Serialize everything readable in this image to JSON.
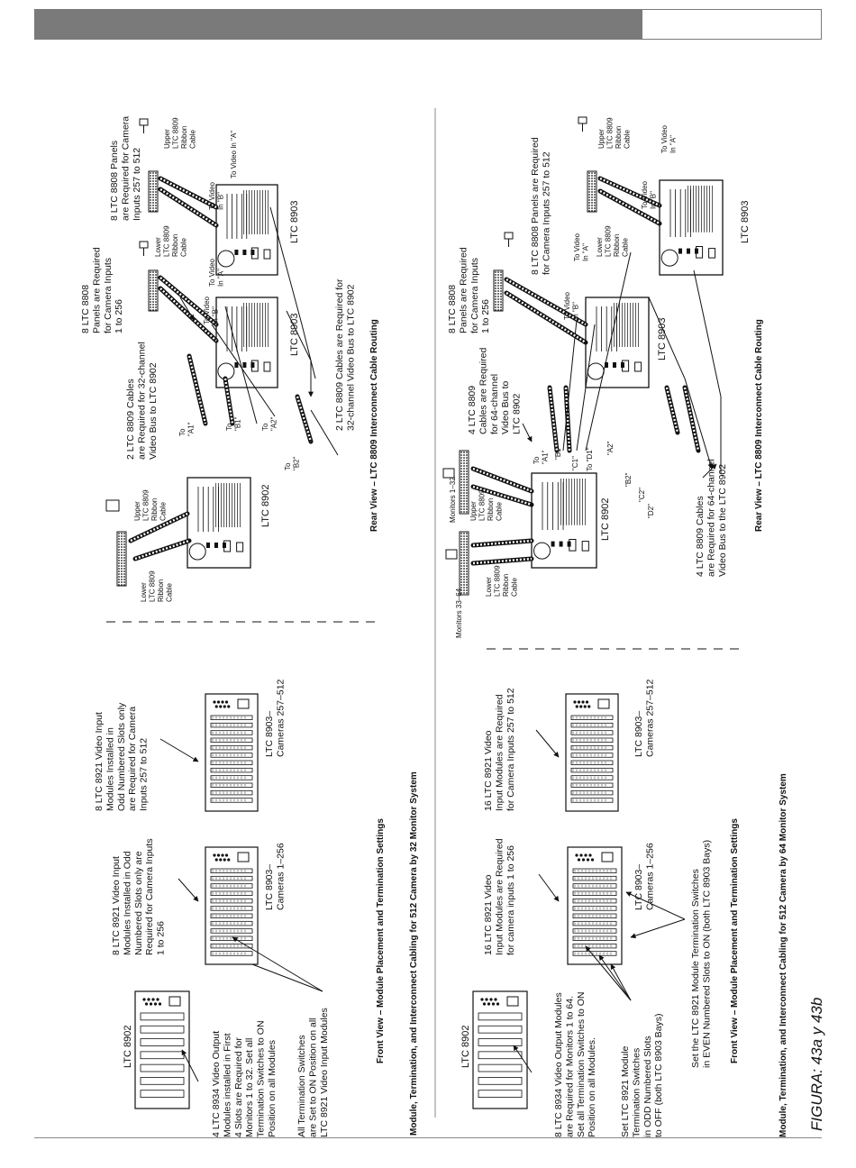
{
  "figure_caption": "FIGURA: 43a y 43b",
  "top": {
    "title": "Module, Termination, and Interconnect Cabling for 512 Camera by 32 Monitor System",
    "front_title": "Front View – Module Placement and Termination Settings",
    "rear_title": "Rear View – LTC 8809 Interconnect Cable Routing",
    "front": {
      "ltc8902_label": "LTC 8902",
      "ltc8934_note": [
        "4 LTC 8934 Video Output",
        "Modules installed in First",
        "4 Slots are Required for",
        "Monitors 1 to 32. Set all",
        "Termination Switches to ON",
        "Position on all Modules"
      ],
      "termination_note": [
        "All Termination Switches",
        "are Set to ON Position on all",
        "LTC 8921 Video Input Modules"
      ],
      "note_1_256": [
        "8 LTC 8921 Video Input",
        "Modules Installed in Odd",
        "Numbered Slots only are",
        "Required for Camera Inputs",
        "1 to 256"
      ],
      "note_257_512": [
        "8 LTC 8921 Video Input",
        "Modules Installed in",
        "Odd Numbered Slots only",
        "are Required for Camera",
        "Inputs 257 to 512"
      ],
      "bay1_label": [
        "LTC 8903–",
        "Cameras 1–256"
      ],
      "bay2_label": [
        "LTC 8903–",
        "Cameras 257–512"
      ]
    },
    "rear": {
      "lower_cable": [
        "Lower",
        "LTC 8809",
        "Ribbon",
        "Cable"
      ],
      "upper_cable": [
        "Upper",
        "LTC 8809",
        "Ribbon",
        "Cable"
      ],
      "ltc8902_label": "LTC 8902",
      "ltc8903_label": "LTC 8903",
      "to_a1": [
        "To",
        "\"A1\""
      ],
      "to_b1": [
        "To",
        "\"B1\""
      ],
      "to_a2": [
        "To",
        "\"A2\""
      ],
      "to_b2": [
        "To",
        "\"B2\""
      ],
      "to_video_in_a": [
        "To Video",
        "In \"A\""
      ],
      "to_video_in_b": [
        "To Video",
        "In \"B\""
      ],
      "to_video_in_a_long": "To Video  In \"A\"",
      "cables_note_1": [
        "2 LTC 8809 Cables",
        "are Required for 32-channel",
        "Video Bus to LTC 8902"
      ],
      "cables_note_2": [
        "2 LTC 8809 Cables are Required for",
        "32-channel Video Bus to LTC 8902"
      ],
      "panels_note_1": [
        "8 LTC 8808",
        "Panels are Required",
        "for Camera Inputs",
        "1 to 256"
      ],
      "panels_note_2": [
        "8 LTC 8808 Panels",
        "are Required for Camera",
        "Inputs 257 to 512"
      ],
      "lower_cable_panels": [
        "Lower",
        "LTC 8809",
        "Ribbon",
        "Cable"
      ],
      "upper_cable_panels": [
        "Upper",
        "LTC 8809",
        "Ribbon",
        "Cable"
      ]
    }
  },
  "bottom": {
    "title": "Module, Termination, and Interconnect Cabling for 512 Camera by 64 Monitor System",
    "front_title": "Front View – Module Placement and Termination Settings",
    "rear_title": "Rear View – LTC 8809 Interconnect Cable Routing",
    "front": {
      "ltc8902_label": "LTC 8902",
      "ltc8934_note": [
        "8 LTC 8934 Video Output Modules",
        "are Required for Monitors 1 to 64.",
        "Set all Termination Switches to ON",
        "Position on all Modules."
      ],
      "odd_note": [
        "Set LTC 8921 Module",
        "Termination Switches",
        "in ODD Numbered Slots",
        "to OFF (both LTC 8903 Bays)"
      ],
      "even_note": [
        "Set the LTC 8921 Module Termination Switches",
        "in EVEN Numbered Slots to ON (both LTC 8903 Bays)"
      ],
      "note_1_256": [
        "16 LTC 8921 Video",
        "Input Modules are Required",
        "for camera inputs 1 to 256"
      ],
      "note_257_512": [
        "16 LTC 8921 Video",
        "Input Modules are Required",
        "for Camera Inputs 257 to 512"
      ],
      "bay1_label": [
        "LTC 8903–",
        "Cameras 1–256"
      ],
      "bay2_label": [
        "LTC 8903–",
        "Cameras 257–512"
      ]
    },
    "rear": {
      "monitors_33_64": "Monitors 33–64",
      "monitors_1_32": "Monitors 1–32",
      "lower_cable": [
        "Lower",
        "LTC 8809",
        "Ribbon",
        "Cable"
      ],
      "upper_cable": [
        "Upper",
        "LTC 8809",
        "Ribbon",
        "Cable"
      ],
      "ltc8902_label": "LTC 8902",
      "ltc8903_label": "LTC 8903",
      "to_a1": [
        "To",
        "\"A1\""
      ],
      "b1": "\"B1\"",
      "c1": "\"C1\"",
      "to_d1": "To \"D1\"",
      "a2": "\"A2\"",
      "b2": "\"B2\"",
      "c2": "\"C2\"",
      "d2": "\"D2\"",
      "to_video_in_a": [
        "To Video",
        "In \"A\""
      ],
      "to_video_in_b": [
        "To Video",
        "In \"B\""
      ],
      "cables_note_1": [
        "4 LTC 8809",
        "Cables are Required",
        "for 64-channel",
        "Video Bus to",
        "LTC 8902"
      ],
      "cables_note_2": [
        "4 LTC 8809 Cables",
        "are Required for 64-channel",
        "Video Bus to the LTC 8902"
      ],
      "panels_note_1": [
        "8 LTC 8808",
        "Panels are Required",
        "for Camera Inputs",
        "1 to 256"
      ],
      "panels_note_2": [
        "8 LTC 8808 Panels are Required",
        "for Camera Inputs 257 to 512"
      ],
      "lower_cable_panels": [
        "Lower",
        "LTC 8809",
        "Ribbon",
        "Cable"
      ],
      "upper_cable_panels": [
        "Upper",
        "LTC 8809",
        "Ribbon",
        "Cable"
      ]
    }
  }
}
